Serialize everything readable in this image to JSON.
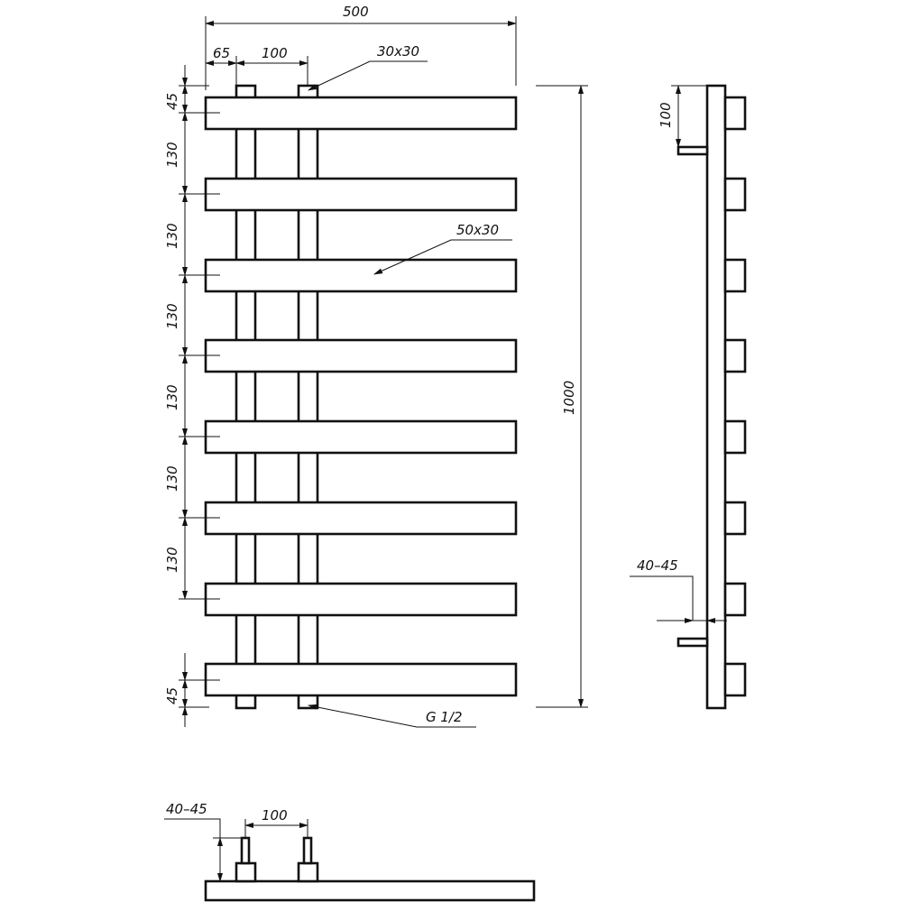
{
  "colors": {
    "line": "#111111",
    "paper": "#ffffff"
  },
  "front_view": {
    "overall_width": "500",
    "left_offset": "65",
    "pipe_spacing": "100",
    "pipe_section": "30x30",
    "bar_section": "50x30",
    "top_margin": "45",
    "bar_pitch": [
      "130",
      "130",
      "130",
      "130",
      "130",
      "130"
    ],
    "bottom_margin": "45",
    "overall_height": "1000",
    "connection_thread": "G 1/2"
  },
  "side_view": {
    "bracket_height": "100",
    "wall_offset": "40–45"
  },
  "bottom_view": {
    "wall_offset": "40–45",
    "pipe_spacing": "100"
  }
}
